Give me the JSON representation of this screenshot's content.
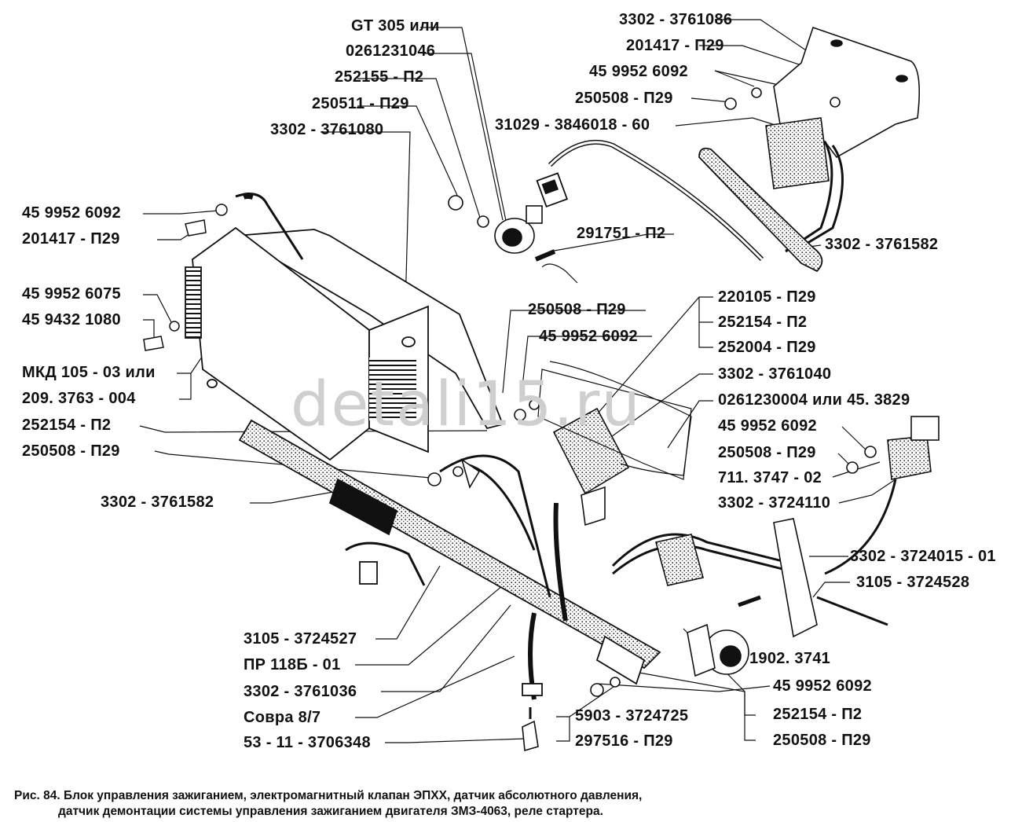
{
  "labels": {
    "gt305": "GT 305  или",
    "p0261231046": "0261231046",
    "p252155": "252155 - П2",
    "p250511": "250511 - П29",
    "p3302_3761080": "3302 - 3761080",
    "p3302_3761086": "3302 - 3761086",
    "p201417_top": "201417 - П29",
    "p4599526092_top": "45 9952 6092",
    "p250508_top": "250508 - П29",
    "p31029": "31029 - 3846018 - 60",
    "p4599526092_left": "45 9952 6092",
    "p201417_left": "201417 - П29",
    "p291751": "291751 - П2",
    "p3302_3761582_right": "3302 - 3761582",
    "p4599526075": "45 9952 6075",
    "p4594321080": "45 9432 1080",
    "p250508_mid": "250508 - П29",
    "p4599526092_mid": "45 9952 6092",
    "p220105": "220105 - П29",
    "p252154_r": "252154 - П2",
    "p252004": "252004 - П29",
    "p3302_3761040": "3302 - 3761040",
    "mkd105": "МКД 105 - 03  или",
    "p209_3763": "209. 3763 - 004",
    "p0261230004": "0261230004  или  45. 3829",
    "p252154_l": "252154 - П2",
    "p4599526092_r": "45 9952 6092",
    "p250508_l": "250508 - П29",
    "p250508_r": "250508 - П29",
    "p711": "711. 3747 - 02",
    "p3302_3761582_left": "3302 - 3761582",
    "p3302_3724110": "3302 - 3724110",
    "p3302_3724015": "3302 - 3724015 - 01",
    "p3105_3724528": "3105 - 3724528",
    "p3105_3724527": "3105 - 3724527",
    "p1902": "1902. 3741",
    "pr118": "ПР 118Б - 01",
    "p4599526092_b": "45 9952 6092",
    "p3302_3761036": "3302 - 3761036",
    "p5903": "5903 - 3724725",
    "p252154_b": "252154 - П2",
    "sovra": "Совра  8/7",
    "p297516": "297516 - П29",
    "p250508_b": "250508 - П29",
    "p53_11": "53 - 11 - 3706348"
  },
  "watermark": "detali15.ru",
  "caption": {
    "line1": "Рис. 84. Блок управления зажиганием, электромагнитный клапан ЭПХХ, датчик абсолютного давления,",
    "line2": "датчик демонтации системы управления зажиганием двигателя ЗМЗ-4063, реле стартера."
  }
}
